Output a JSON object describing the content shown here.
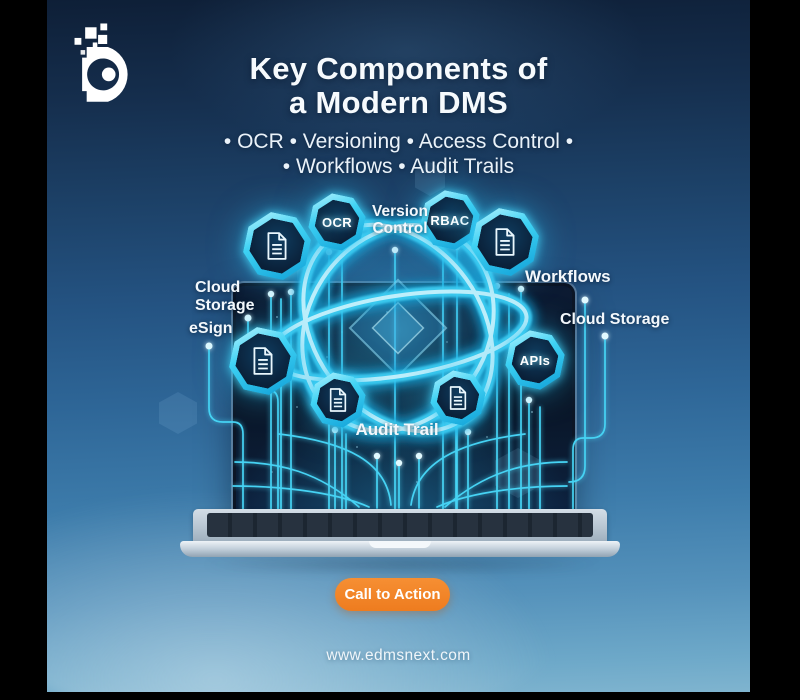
{
  "header": {
    "title_line1": "Key Components of",
    "title_line2": "a Modern DMS",
    "subtitle_line1": "• OCR • Versioning • Access Control •",
    "subtitle_line2": "• Workflows • Audit Trails"
  },
  "diagram": {
    "badges": {
      "ocr": "OCR",
      "rbac": "RBAC",
      "apis": "APIs"
    },
    "labels": {
      "version_control_line1": "Version",
      "version_control_line2": "Control",
      "workflows": "Workflows",
      "cloud_storage_left_line1": "Cloud",
      "cloud_storage_left_line2": "Storage",
      "esign": "eSign",
      "cloud_storage_right": "Cloud Storage",
      "audit_trail": "Audit Trail"
    }
  },
  "footer": {
    "cta_label": "Call to Action",
    "website": "www.edmsnext.com"
  },
  "colors": {
    "glow_cyan": "#3fd2f4",
    "cta_orange": "#ee7c1f",
    "background_top": "#0e1f37",
    "background_bottom": "#7fb4cf",
    "letterbox": "#000000"
  }
}
